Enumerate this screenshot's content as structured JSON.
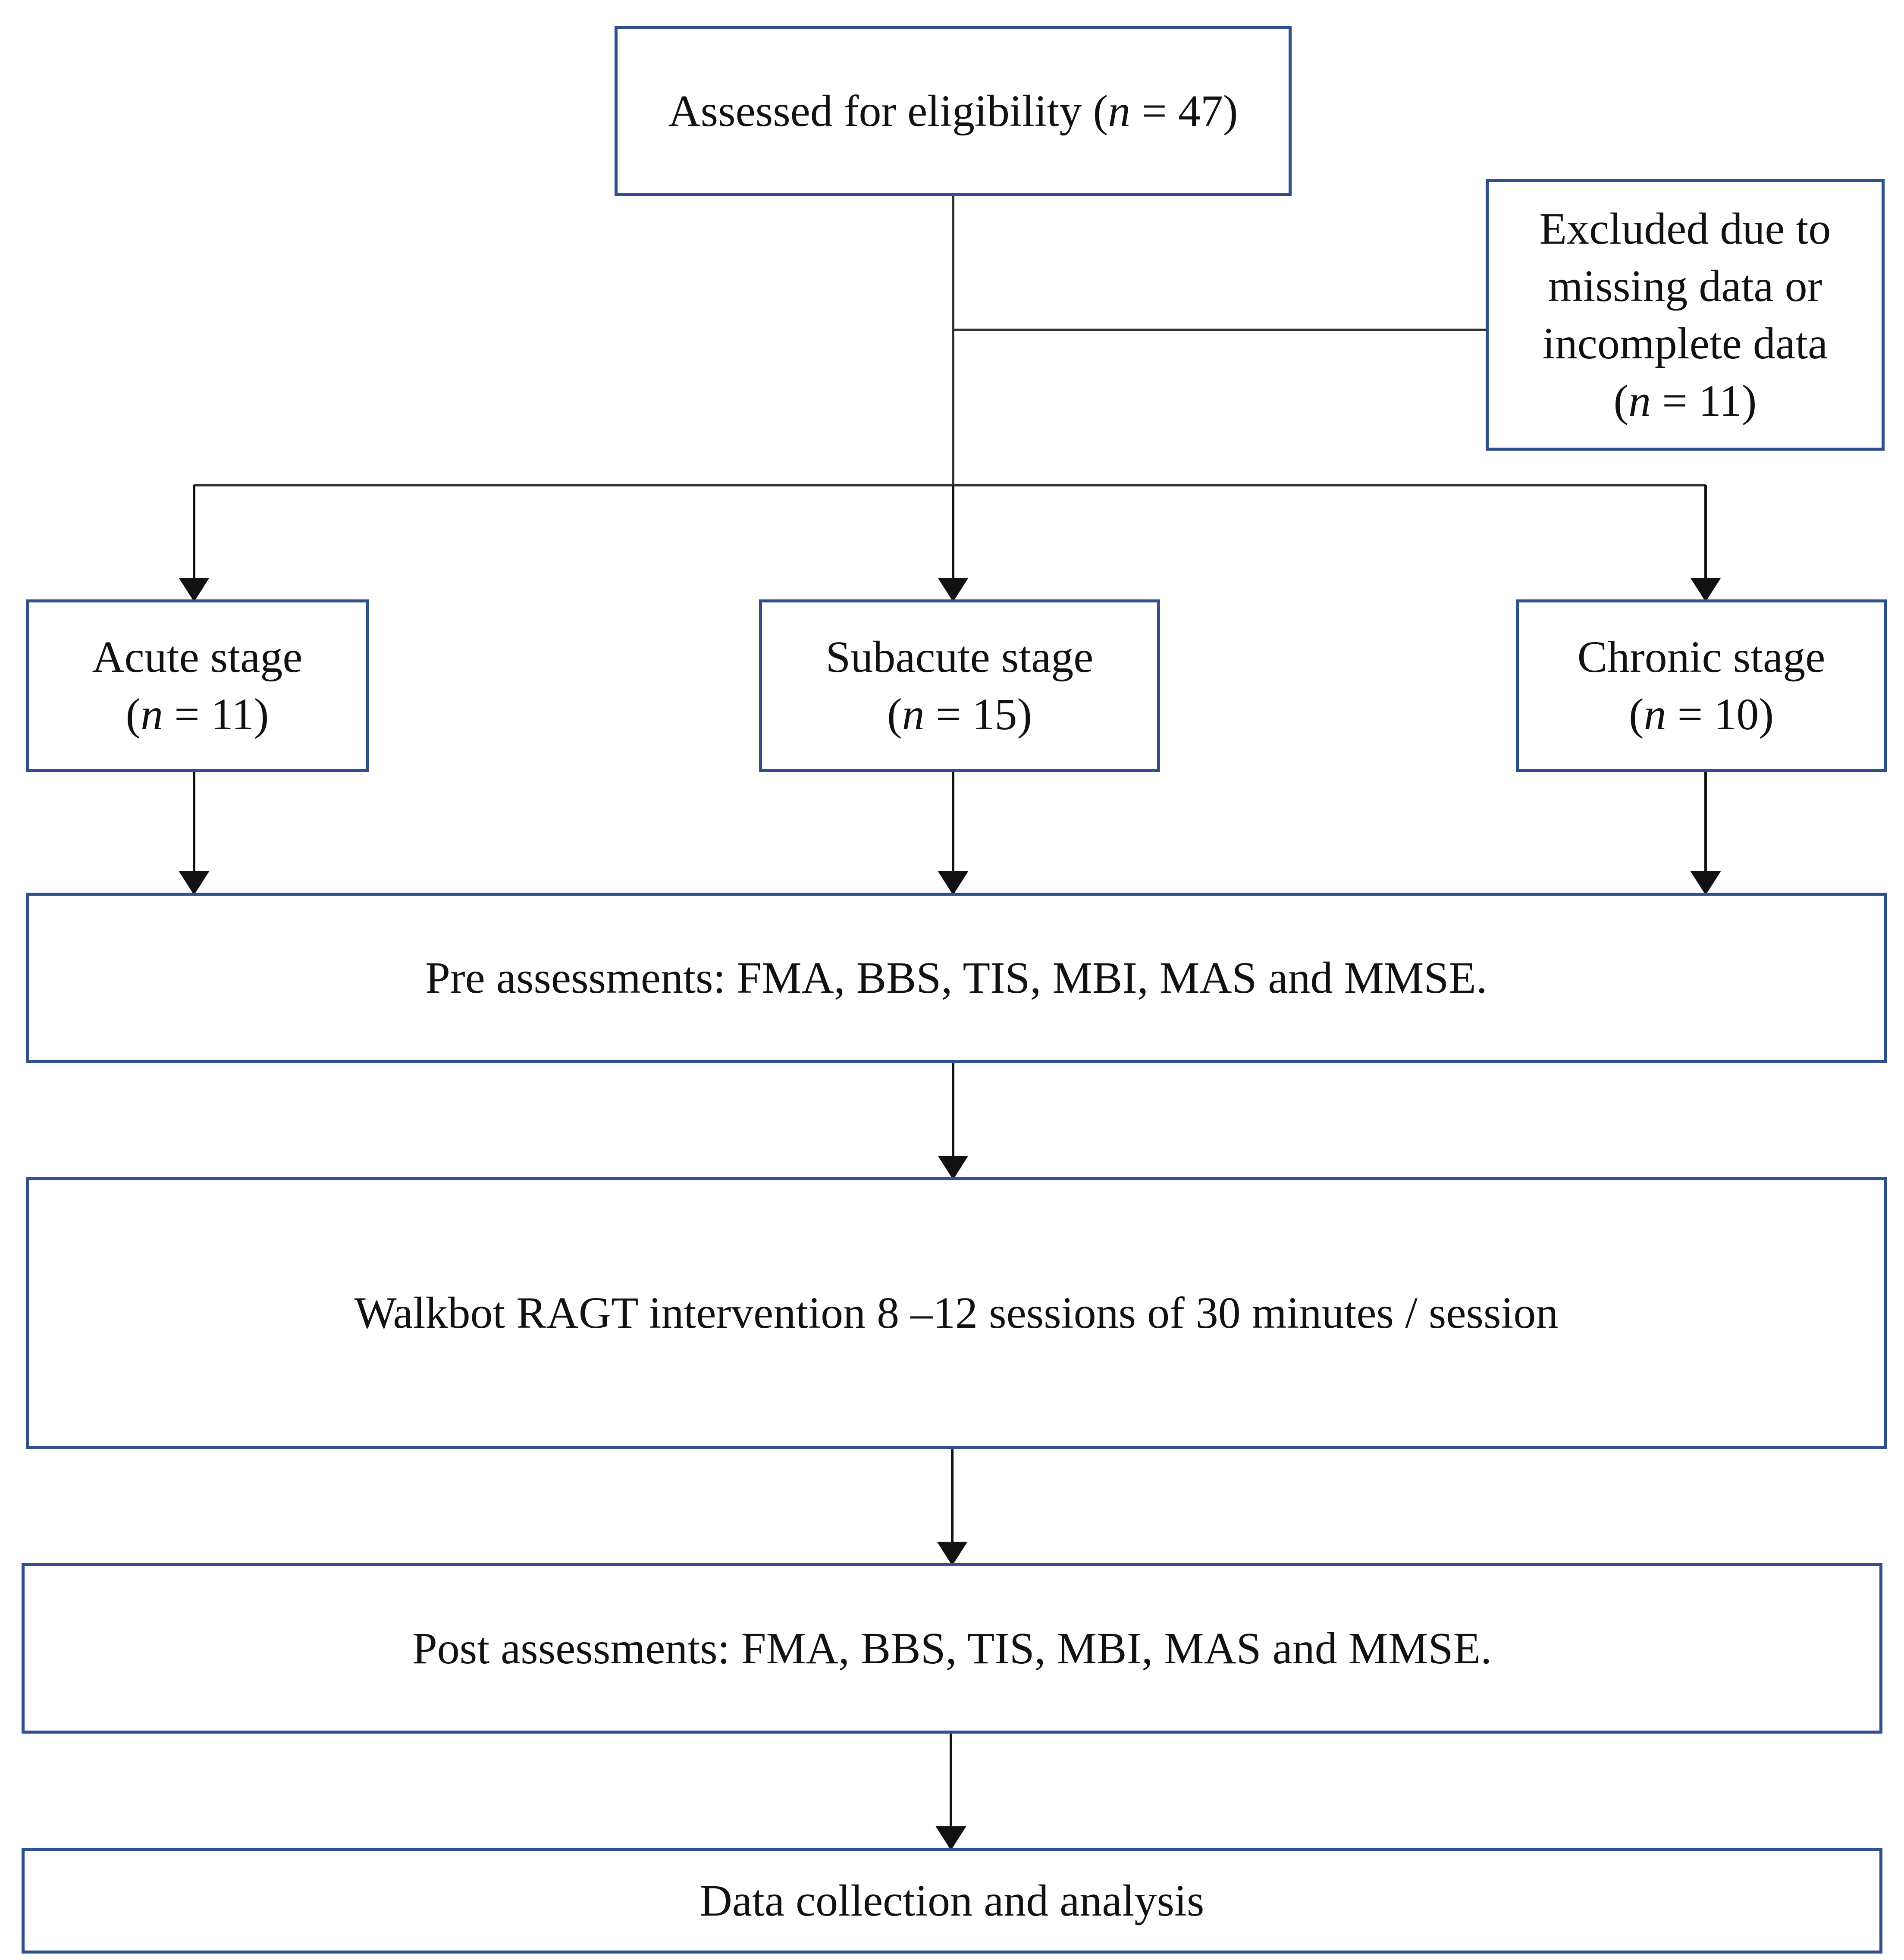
{
  "colors": {
    "box_border": "#2f4f8f",
    "connector": "#333333",
    "text": "#111111",
    "background": "#ffffff"
  },
  "boxes": {
    "assessed": {
      "label": "Assessed for eligibility",
      "n": "47"
    },
    "excluded": {
      "lines": [
        "Excluded due to",
        "missing data or",
        "incomplete data"
      ],
      "n": "11"
    },
    "acute": {
      "label": "Acute stage",
      "n": "11"
    },
    "subacute": {
      "label": "Subacute stage",
      "n": "15"
    },
    "chronic": {
      "label": "Chronic stage",
      "n": "10"
    },
    "pre": {
      "label": "Pre assessments: FMA, BBS, TIS, MBI, MAS and MMSE."
    },
    "intervention": {
      "label": "Walkbot RAGT intervention 8 –12 sessions of 30 minutes / session"
    },
    "post": {
      "label": "Post assessments: FMA, BBS, TIS, MBI, MAS and MMSE."
    },
    "data": {
      "label": "Data collection and analysis"
    }
  }
}
